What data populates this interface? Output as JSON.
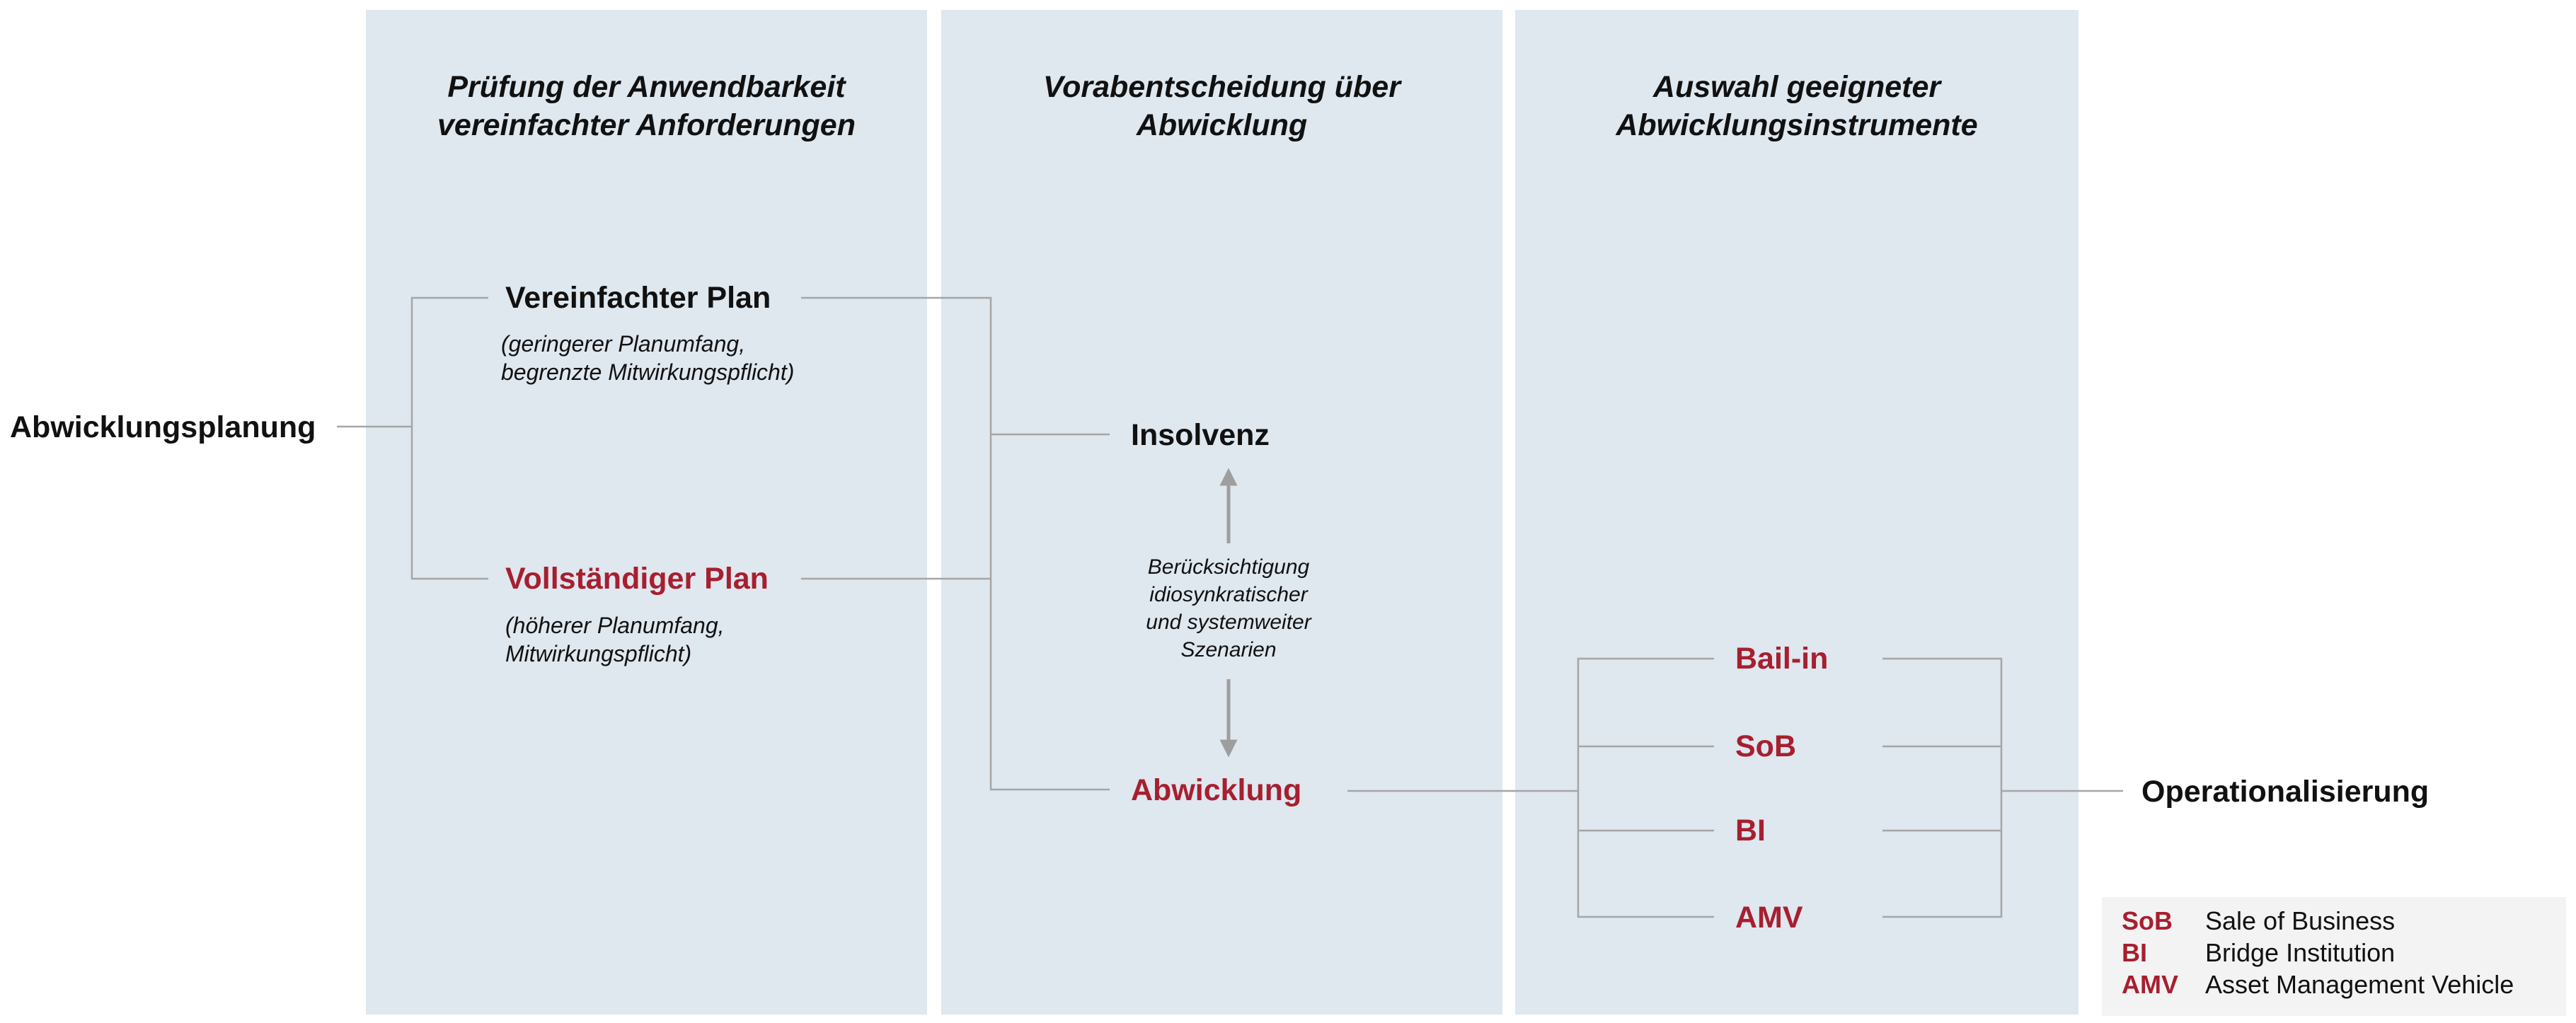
{
  "columns": [
    {
      "title": "Prüfung der Anwendbarkeit\nvereinfachter Anforderungen"
    },
    {
      "title": "Vorabentscheidung über\nAbwicklung"
    },
    {
      "title": "Auswahl geeigneter\nAbwicklungsinstrumente"
    }
  ],
  "root": {
    "label": "Abwicklungsplanung"
  },
  "plans": {
    "simplified": {
      "label": "Vereinfachter Plan",
      "note": "(geringerer Planumfang,\nbegrenzte Mitwirkungspflicht)"
    },
    "full": {
      "label": "Vollständiger Plan",
      "note": "(höherer Planumfang,\nMitwirkungspflicht)"
    }
  },
  "decision": {
    "insolvency": "Insolvenz",
    "resolution": "Abwicklung",
    "note": "Berücksichtigung\nidiosynkratischer\nund systemweiter\nSzenarien"
  },
  "instruments": [
    "Bail-in",
    "SoB",
    "BI",
    "AMV"
  ],
  "outcome": {
    "label": "Operationalisierung"
  },
  "legend": [
    {
      "abbr": "SoB",
      "full": "Sale of Business"
    },
    {
      "abbr": "BI",
      "full": "Bridge Institution"
    },
    {
      "abbr": "AMV",
      "full": "Asset Management Vehicle"
    }
  ],
  "colors": {
    "panel": "#dfe7ef",
    "accent_red": "#a71f2f",
    "connector": "#9e9e9e",
    "legend_bg": "#f3f3f3"
  }
}
